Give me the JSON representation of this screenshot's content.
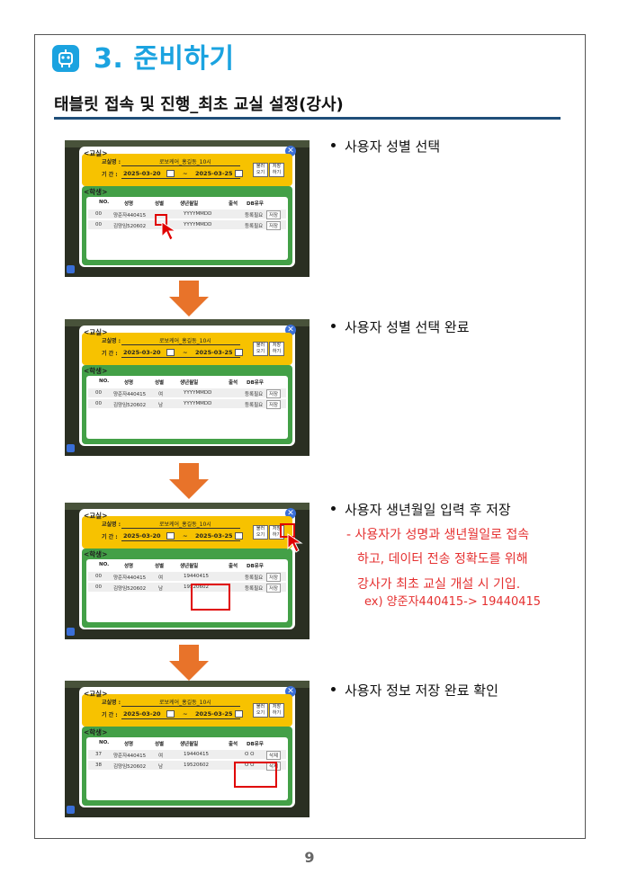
{
  "header": {
    "title": "3. 준비하기",
    "subtitle": "태블릿 접속 및 진행_최초 교실 설정(강사)"
  },
  "app": {
    "classroom_label": "<교실>",
    "classname_label": "교실명 :",
    "classname_value": "로보케어_홍길동_10시",
    "period_label": "기  간 :",
    "date_start": "2025-03-20",
    "date_sep": "~",
    "date_end": "2025-03-25",
    "load_btn": "불러\n오기",
    "save_btn": "저장\n하기",
    "students_label": "<학생>",
    "columns": [
      "NO.",
      "성명",
      "성별",
      "생년월일",
      "출석",
      "DB유무"
    ]
  },
  "steps": [
    {
      "bullet": "사용자 성별 선택",
      "rows": [
        {
          "no": "00",
          "name": "양준자440415",
          "gender": "",
          "birth": "YYYYMMDD",
          "status": "등록필요",
          "action": "저장"
        },
        {
          "no": "00",
          "name": "김양임520602",
          "gender": "",
          "birth": "YYYYMMDD",
          "status": "등록필요",
          "action": "저장"
        }
      ]
    },
    {
      "bullet": "사용자 성별 선택 완료",
      "rows": [
        {
          "no": "00",
          "name": "양준자440415",
          "gender": "여",
          "birth": "YYYYMMDD",
          "status": "등록필요",
          "action": "저장"
        },
        {
          "no": "00",
          "name": "김양임520602",
          "gender": "남",
          "birth": "YYYYMMDD",
          "status": "등록필요",
          "action": "저장"
        }
      ]
    },
    {
      "bullet": "사용자 생년월일 입력 후 저장",
      "notes": [
        "- 사용자가 성명과 생년월일로 접속",
        "하고, 데이터 전송 정확도를 위해",
        "강사가 최초 교실 개설 시 기입.",
        "ex) 양준자440415-> 19440415"
      ],
      "rows": [
        {
          "no": "00",
          "name": "양준자440415",
          "gender": "여",
          "birth": "19440415",
          "status": "등록필요",
          "action": "저장"
        },
        {
          "no": "00",
          "name": "김양임520602",
          "gender": "남",
          "birth": "19520602",
          "status": "등록필요",
          "action": "저장"
        }
      ]
    },
    {
      "bullet": "사용자 정보 저장 완료 확인",
      "rows": [
        {
          "no": "37",
          "name": "양준자440415",
          "gender": "여",
          "birth": "19440415",
          "status": "O      O",
          "action": "삭제"
        },
        {
          "no": "38",
          "name": "김양임520602",
          "gender": "남",
          "birth": "19520602",
          "status": "O      O",
          "action": "삭제"
        }
      ]
    }
  ],
  "page_number": "9",
  "colors": {
    "title_blue": "#1ba3e0",
    "arrow_orange": "#e8732a",
    "note_red": "#e53030",
    "rule": "#1f4e79"
  }
}
